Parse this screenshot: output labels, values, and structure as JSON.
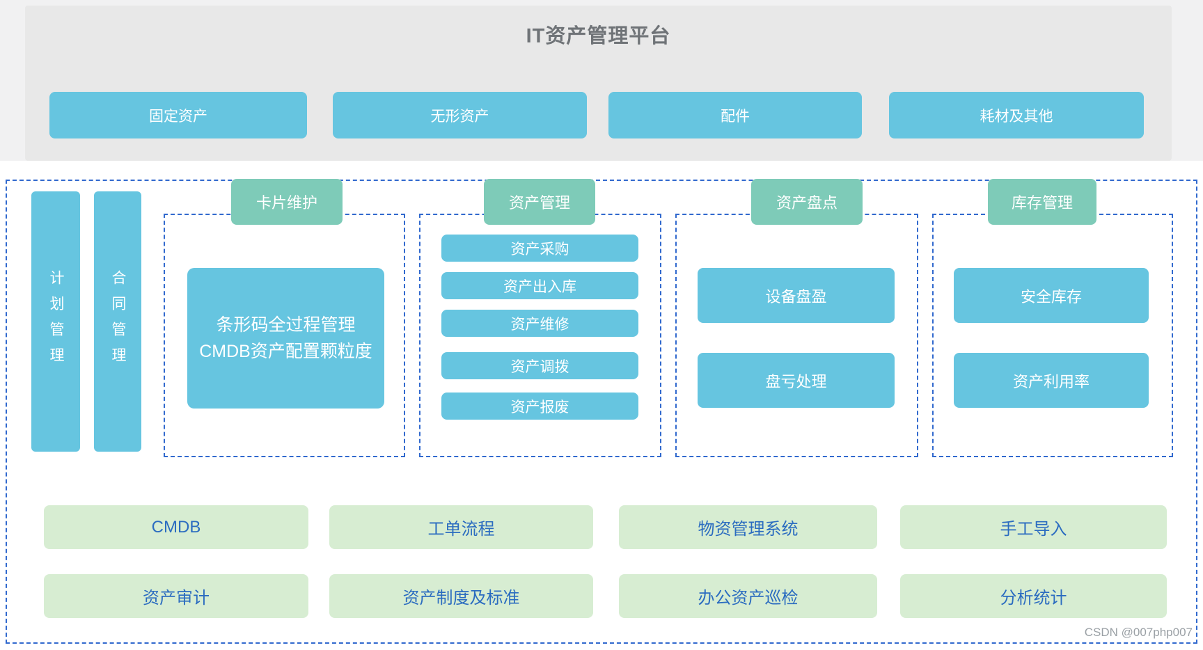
{
  "header": {
    "title": "IT资产管理平台",
    "categories": [
      "固定资产",
      "无形资产",
      "配件",
      "耗材及其他"
    ]
  },
  "side_bars": [
    {
      "label": "计划管理"
    },
    {
      "label": "合同管理"
    }
  ],
  "sections": [
    {
      "tab": "卡片维护",
      "card": {
        "line1": "条形码全过程管理",
        "line2": "CMDB资产配置颗粒度"
      }
    },
    {
      "tab": "资产管理",
      "items": [
        "资产采购",
        "资产出入库",
        "资产维修",
        "资产调拨",
        "资产报废"
      ]
    },
    {
      "tab": "资产盘点",
      "items": [
        "设备盘盈",
        "盘亏处理"
      ]
    },
    {
      "tab": "库存管理",
      "items": [
        "安全库存",
        "资产利用率"
      ]
    }
  ],
  "bottom_rows": {
    "row1": [
      "CMDB",
      "工单流程",
      "物资管理系统",
      "手工导入"
    ],
    "row2": [
      "资产审计",
      "资产制度及标准",
      "办公资产巡检",
      "分析统计"
    ]
  },
  "watermark": "CSDN @007php007",
  "colors": {
    "block_blue": "#66c5e0",
    "tab_teal": "#7ecbb8",
    "integration_green": "#d7edd2",
    "integration_text": "#2b6cc0",
    "dashed_border": "#3169ce",
    "hero_gray": "#e8e8e8",
    "title_gray": "#6f7377"
  }
}
